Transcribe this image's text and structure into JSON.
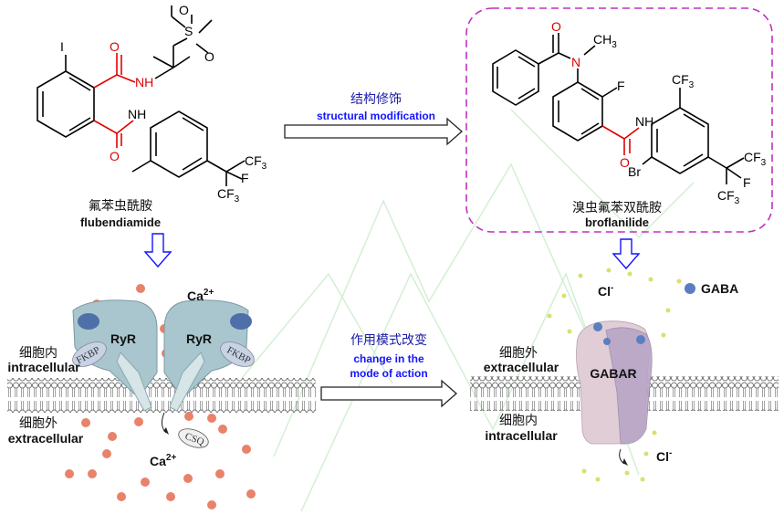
{
  "colors": {
    "accent_blue": "#1414ff",
    "magenta_box": "#c030c0",
    "carbonyl_red": "#e00000",
    "ryr_teal": "#9fbfc8",
    "gabar_purple": "#b8a6c6"
  },
  "left_molecule": {
    "name_cn": "氟苯虫酰胺",
    "name_en": "flubendiamide",
    "atoms": {
      "iodo": "I",
      "nh1": "NH",
      "nh2": "NH",
      "s": "S",
      "o1": "O",
      "o2": "O",
      "o3": "O",
      "o4": "O",
      "f": "F",
      "cf3a": "CF",
      "cf3a_sub": "3",
      "cf3b": "CF",
      "cf3b_sub": "3"
    }
  },
  "right_molecule": {
    "name_cn": "溴虫氟苯双酰胺",
    "name_en": "broflanilide",
    "atoms": {
      "o1": "O",
      "n": "N",
      "ch3": "CH",
      "ch3_sub": "3",
      "f1": "F",
      "o2": "O",
      "nh": "NH",
      "cf3top": "CF",
      "cf3top_sub": "3",
      "br": "Br",
      "cf3a": "CF",
      "cf3a_sub": "3",
      "f2": "F",
      "cf3b": "CF",
      "cf3b_sub": "3"
    }
  },
  "top_arrow": {
    "label_cn": "结构修饰",
    "label_en": "structural modification"
  },
  "mid_arrow": {
    "label_cn": "作用模式改变",
    "label_en_line1": "change in the",
    "label_en_line2": "mode of action"
  },
  "ryr_panel": {
    "ca_top": "Ca",
    "ca_top_sup": "2+",
    "ca_bottom": "Ca",
    "ca_bottom_sup": "2+",
    "ryr_left": "RyR",
    "ryr_right": "RyR",
    "fkbp_left": "FKBP",
    "fkbp_right": "FKBP",
    "csq": "CSQ",
    "inside_cn": "细胞内",
    "inside_en": "intracellular",
    "outside_cn": "细胞外",
    "outside_en": "extracellular"
  },
  "gaba_panel": {
    "cl_top": "Cl",
    "cl_top_sup": "-",
    "cl_bottom": "Cl",
    "cl_bottom_sup": "-",
    "gaba_legend": "GABA",
    "receptor": "GABAR",
    "outside_cn": "细胞外",
    "outside_en": "extracellular",
    "inside_cn": "细胞内",
    "inside_en": "intracellular"
  }
}
